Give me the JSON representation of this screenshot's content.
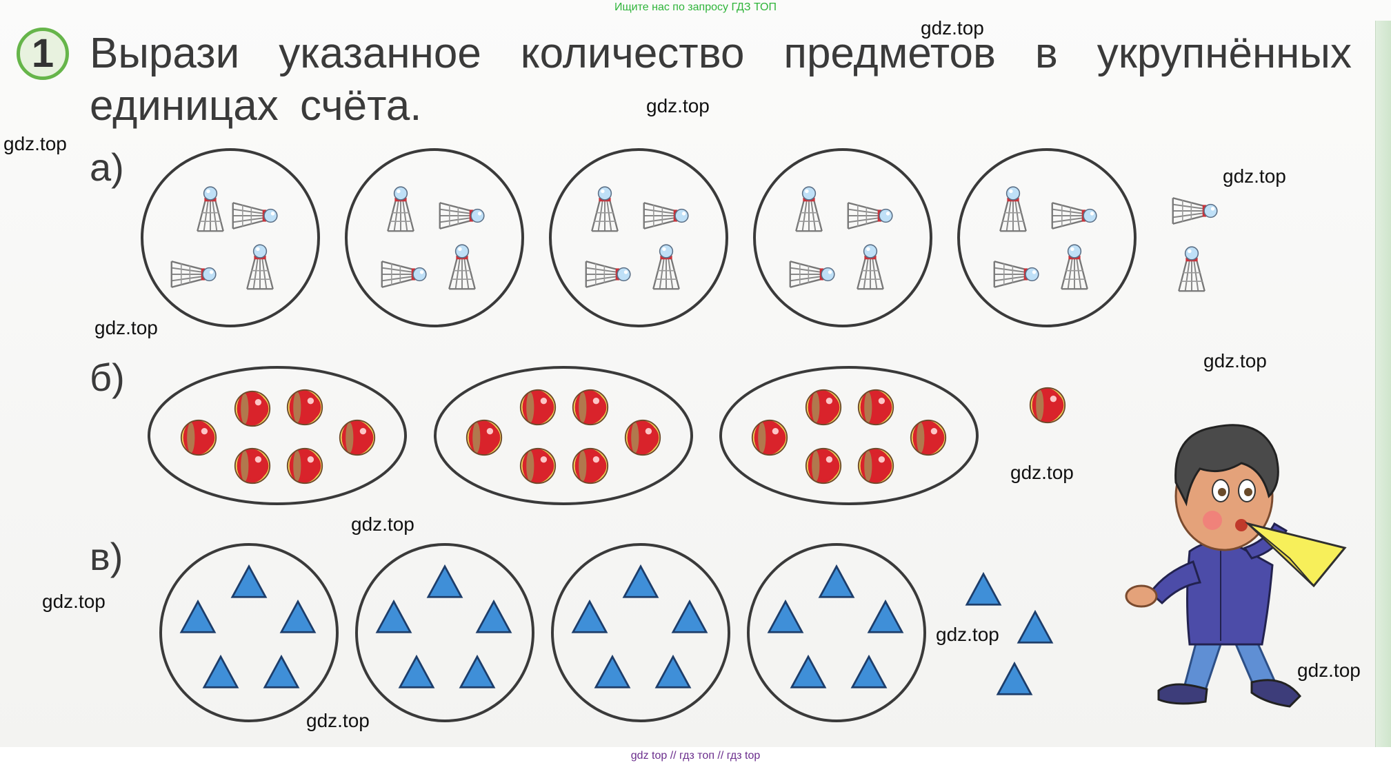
{
  "header": {
    "search_hint": "Ищите нас по запросу ГДЗ ТОП"
  },
  "task": {
    "number": "1",
    "text": "Вырази указанное количество предметов в укрупнённых единицах счёта."
  },
  "rows": [
    {
      "label": "а)",
      "item": "shuttlecock-icon",
      "groups": 5,
      "per_group": 4,
      "leftover": 2
    },
    {
      "label": "б)",
      "item": "ball-icon",
      "groups": 3,
      "per_group": 6,
      "leftover": 1
    },
    {
      "label": "в)",
      "item": "triangle-icon",
      "groups": 4,
      "per_group": 5,
      "leftover": 3
    }
  ],
  "watermarks": [
    "gdz.top",
    "gdz.top",
    "gdz.top",
    "gdz.top",
    "gdz.top",
    "gdz.top",
    "gdz.top",
    "gdz.top",
    "gdz.top",
    "gdz.top",
    "gdz.top",
    "gdz.top"
  ],
  "footer": {
    "text": "gdz top  //  гдз топ  //  гдз top"
  },
  "colors": {
    "triangle": "#3f8fd8",
    "ball_red": "#d9232b",
    "ball_yellow": "#efd55a",
    "badge_ring": "#66b54a"
  }
}
